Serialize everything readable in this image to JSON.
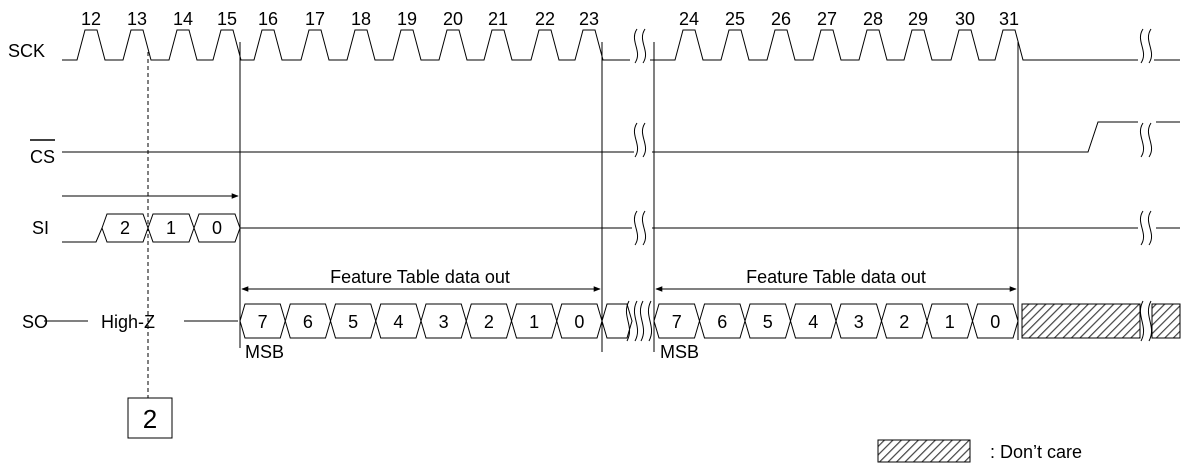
{
  "signals": {
    "sck": "SCK",
    "cs": "CS",
    "si": "SI",
    "so": "SO"
  },
  "clock_numbers_a": [
    "12",
    "13",
    "14",
    "15",
    "16",
    "17",
    "18",
    "19",
    "20",
    "21",
    "22",
    "23"
  ],
  "clock_numbers_b": [
    "24",
    "25",
    "26",
    "27",
    "28",
    "29",
    "30",
    "31"
  ],
  "si_bits": [
    "2",
    "1",
    "0"
  ],
  "so_state": "High-Z",
  "so_bits_a": [
    "7",
    "6",
    "5",
    "4",
    "3",
    "2",
    "1",
    "0"
  ],
  "so_bits_b": [
    "7",
    "6",
    "5",
    "4",
    "3",
    "2",
    "1",
    "0"
  ],
  "annotations": {
    "feature_table_a": "Feature Table data out",
    "feature_table_b": "Feature Table data out",
    "msb_a": "MSB",
    "msb_b": "MSB",
    "marker": "2"
  },
  "legend": {
    "dont_care": ": Don’t care"
  }
}
